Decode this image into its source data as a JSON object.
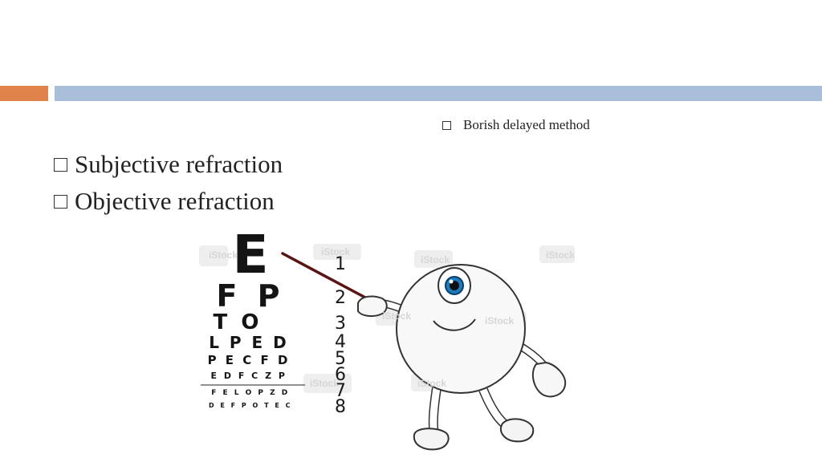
{
  "slide": {
    "accent_colors": {
      "orange": "#e0834a",
      "blue": "#a9bfd9"
    },
    "aside_bullet": "Borish delayed method",
    "bullets": [
      "Subjective refraction",
      "Objective refraction"
    ]
  },
  "eye_chart": {
    "rows": [
      {
        "letters": "E",
        "number": "1"
      },
      {
        "letters": "F P",
        "number": "2"
      },
      {
        "letters": "T O",
        "number": "3"
      },
      {
        "letters": "L P E D",
        "number": "4"
      },
      {
        "letters": "P E C F D",
        "number": "5"
      },
      {
        "letters": "E D F C Z P",
        "number": "6"
      },
      {
        "letters": "F E L O P Z D",
        "number": "7"
      },
      {
        "letters": "D E F P O T E C",
        "number": "8"
      }
    ]
  },
  "icons": {
    "bullet": "square-bullet-icon",
    "mascot": "eyeball-cartoon-icon",
    "pointer": "pointer-stick-icon"
  }
}
